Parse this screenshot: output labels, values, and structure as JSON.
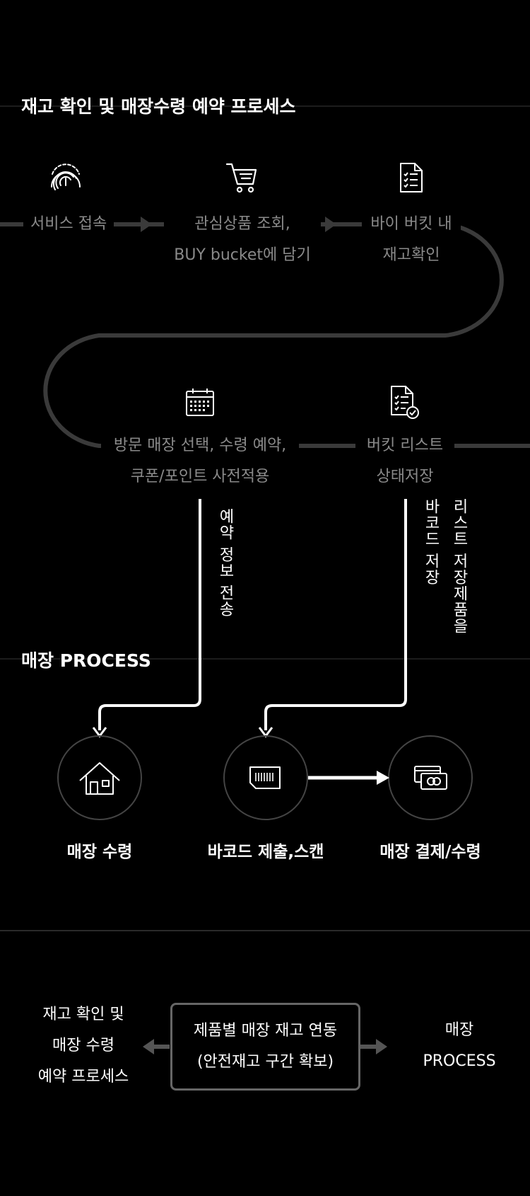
{
  "section1": {
    "title": "재고 확인 및 매장수령 예약 프로세스",
    "steps": [
      {
        "lines": [
          "서비스 접속"
        ],
        "icon": "fingerprint-icon"
      },
      {
        "lines": [
          "관심상품 조회,",
          "BUY bucket에 담기"
        ],
        "icon": "cart-icon"
      },
      {
        "lines": [
          "바이 버킷 내",
          "재고확인"
        ],
        "icon": "checklist-document-icon"
      },
      {
        "lines": [
          "방문 매장 선택, 수령 예약,",
          "쿠폰/포인트 사전적용"
        ],
        "icon": "calendar-icon"
      },
      {
        "lines": [
          "버킷 리스트",
          "상태저장"
        ],
        "icon": "checked-document-icon"
      }
    ],
    "connector_labels": [
      {
        "lines": [
          "예약 정보 전송"
        ]
      },
      {
        "lines": [
          "리스트 저장제품을",
          "바코드 저장"
        ]
      }
    ]
  },
  "section2": {
    "title": "매장 PROCESS",
    "steps": [
      {
        "label": "매장 수령",
        "icon": "store-icon"
      },
      {
        "label": "바코드 제출,스캔",
        "icon": "barcode-icon"
      },
      {
        "label": "매장 결제/수령",
        "icon": "payment-icon"
      }
    ]
  },
  "summary": {
    "left": {
      "lines": [
        "재고 확인 및",
        "매장 수령",
        "예약 프로세스"
      ]
    },
    "center": {
      "lines": [
        "제품별 매장 재고 연동",
        "(안전재고 구간 확보)"
      ]
    },
    "right": {
      "lines": [
        "매장",
        "PROCESS"
      ]
    }
  },
  "colors": {
    "background": "#000000",
    "track": "#3a3a3a",
    "muted_text": "#8a8a8a",
    "highlight": "#ffffff"
  }
}
